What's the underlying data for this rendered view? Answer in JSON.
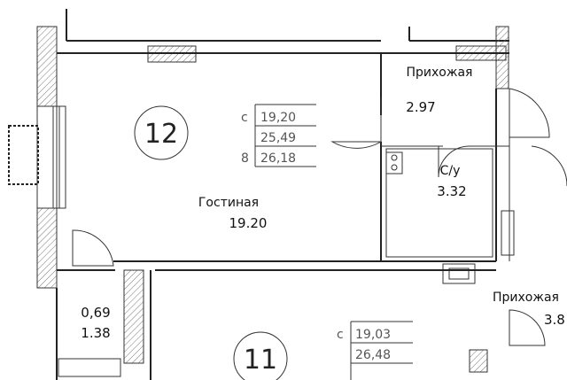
{
  "apartment_12": {
    "number": "12",
    "areas": [
      {
        "key": "с",
        "value": "19,20"
      },
      {
        "key": "",
        "value": "25,49"
      },
      {
        "key": "8",
        "value": "26,18"
      }
    ],
    "rooms": {
      "living_name": "Гостиная",
      "living_area": "19.20",
      "hall_name": "Прихожая",
      "hall_area": "2.97",
      "bath_name": "С/у",
      "bath_area": "3.32",
      "balcony_area_a": "0,69",
      "balcony_area_b": "1.38"
    }
  },
  "apartment_11": {
    "number": "11",
    "areas": [
      {
        "key": "с",
        "value": "19,03"
      },
      {
        "key": "",
        "value": "26,48"
      }
    ],
    "hall_name": "Прихожая",
    "hall_area": "3.8"
  }
}
